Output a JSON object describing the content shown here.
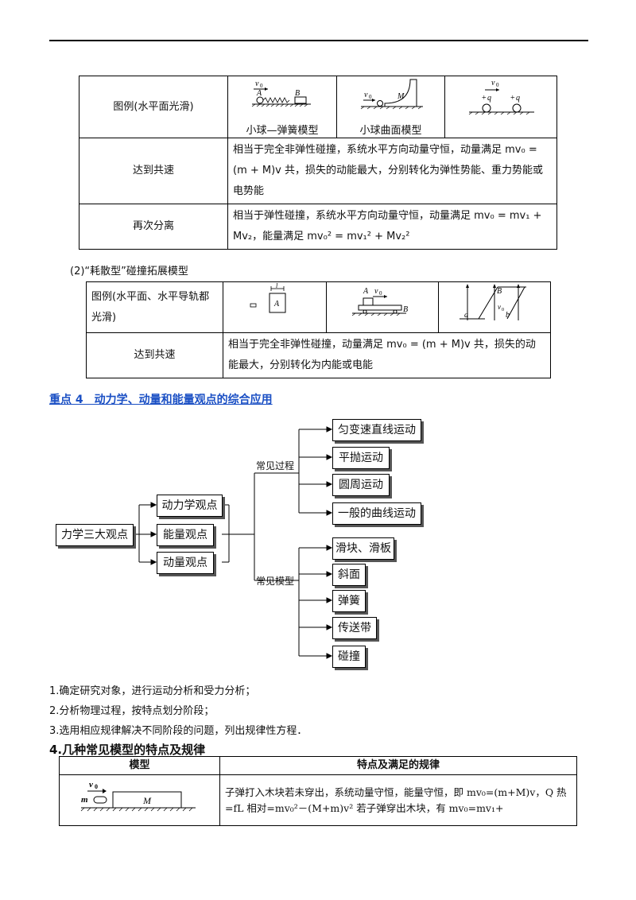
{
  "table1": {
    "row1_label": "图例(水平面光滑)",
    "caption1": "小球—弹簧模型",
    "caption2": "小球曲面模型",
    "row2_label": "达到共速",
    "row2_text": "相当于完全非弹性碰撞，系统水平方向动量守恒，动量满足 mv₀ = (m + M)v 共，损失的动能最大，分别转化为弹性势能、重力势能或电势能",
    "row3_label": "再次分离",
    "row3_text": "相当于弹性碰撞，系统水平方向动量守恒，动量满足 mv₀ = mv₁ + Mv₂，能量满足 mv₀² = mv₁² + Mv₂²"
  },
  "section2_title": "(2)“耗散型”碰撞拓展模型",
  "table2": {
    "row1_label": "图例(水平面、水平导轨都光滑)",
    "row2_label": "达到共速",
    "row2_text": "相当于完全非弹性碰撞，动量满足 mv₀ = (m + M)v 共，损失的动能最大，分别转化为内能或电能"
  },
  "heading4": "重点 4　动力学、动量和能量观点的综合应用",
  "diagram": {
    "root": "力学三大观点",
    "views": [
      "动力学观点",
      "能量观点",
      "动量观点"
    ],
    "process_label": "常见过程",
    "processes": [
      "匀变速直线运动",
      "平抛运动",
      "圆周运动",
      "一般的曲线运动"
    ],
    "model_label": "常见模型",
    "models": [
      "滑块、滑板",
      "斜面",
      "弹簧",
      "传送带",
      "碰撞"
    ]
  },
  "steps": [
    "1.确定研究对象，进行运动分析和受力分析；",
    "2.分析物理过程，按特点划分阶段；",
    "3.选用相应规律解决不同阶段的问题，列出规律性方程．"
  ],
  "heading_models": "4.几种常见模型的特点及规律",
  "table3": {
    "col1": "模型",
    "col2": "特点及满足的规律",
    "row1_text": "子弹打入木块若未穿出，系统动量守恒，能量守恒，即 mv₀=(m+M)v，Q 热=fL 相对=mv₀²－(M+m)v² 若子弹穿出木块，有 mv₀=mv₁+"
  }
}
